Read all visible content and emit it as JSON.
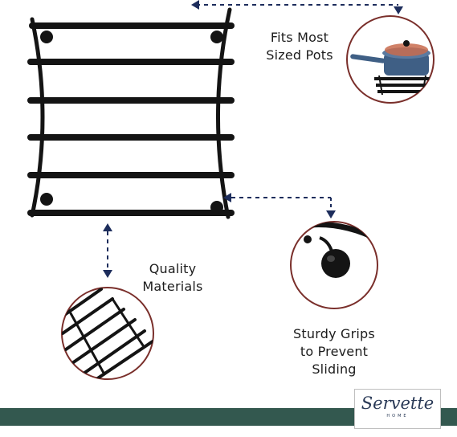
{
  "labels": {
    "pots": [
      "Fits Most",
      "Sized Pots"
    ],
    "quality": [
      "Quality",
      "Materials"
    ],
    "grips": [
      "Sturdy Grips",
      "to Prevent",
      "Sliding"
    ]
  },
  "logo": {
    "script": "Servette",
    "sub": "HOME"
  },
  "colors": {
    "metal": "#141414",
    "arrow": "#1d2d5c",
    "circle_border": "#7a2f2b",
    "band": "#33584f",
    "pot": "#3f5f85"
  }
}
